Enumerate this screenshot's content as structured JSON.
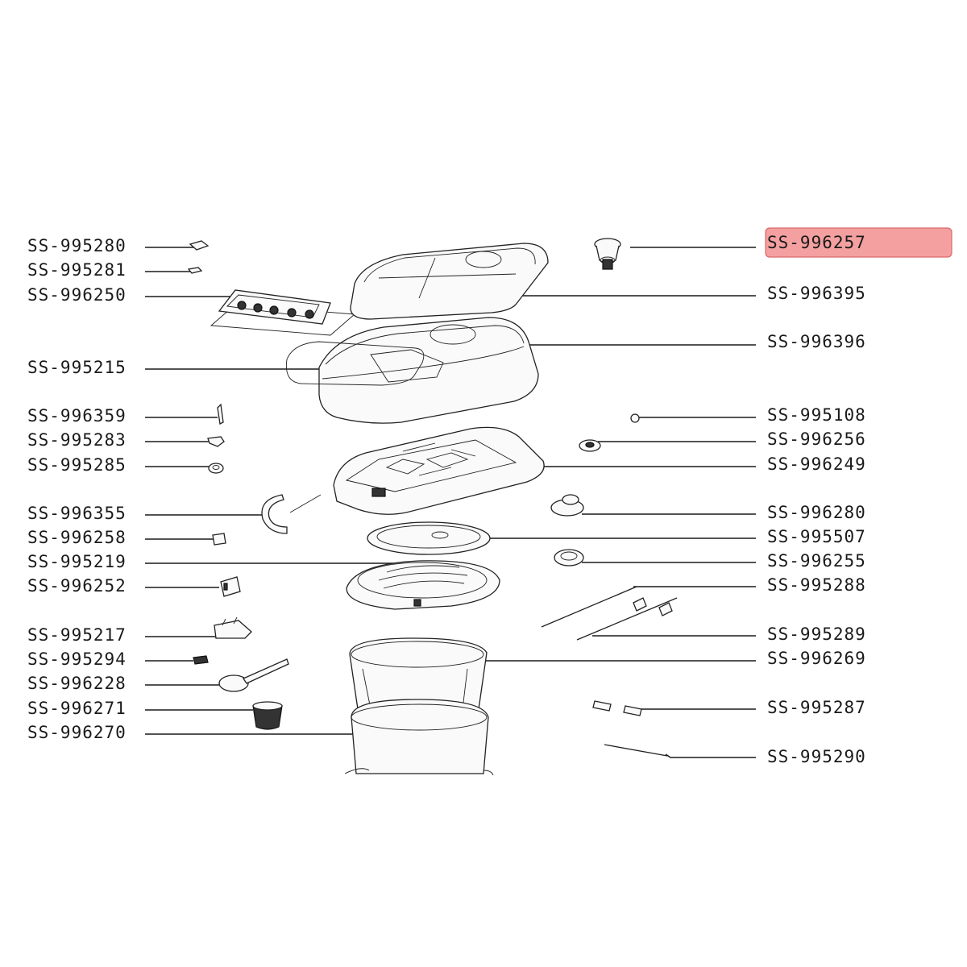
{
  "highlight": {
    "part_number": "SS-996257",
    "color": "#f4a0a0"
  },
  "labels": {
    "left": [
      "SS-995280",
      "SS-995281",
      "SS-996250",
      "SS-995215",
      "SS-996359",
      "SS-995283",
      "SS-995285",
      "SS-996355",
      "SS-996258",
      "SS-995219",
      "SS-996252",
      "SS-995217",
      "SS-995294",
      "SS-996228",
      "SS-996271",
      "SS-996270"
    ],
    "right": [
      "SS-996257",
      "SS-996395",
      "SS-996396",
      "SS-995108",
      "SS-996256",
      "SS-996249",
      "SS-996280",
      "SS-995507",
      "SS-996255",
      "SS-995288",
      "SS-995289",
      "SS-996269",
      "SS-995287",
      "SS-995290"
    ]
  }
}
